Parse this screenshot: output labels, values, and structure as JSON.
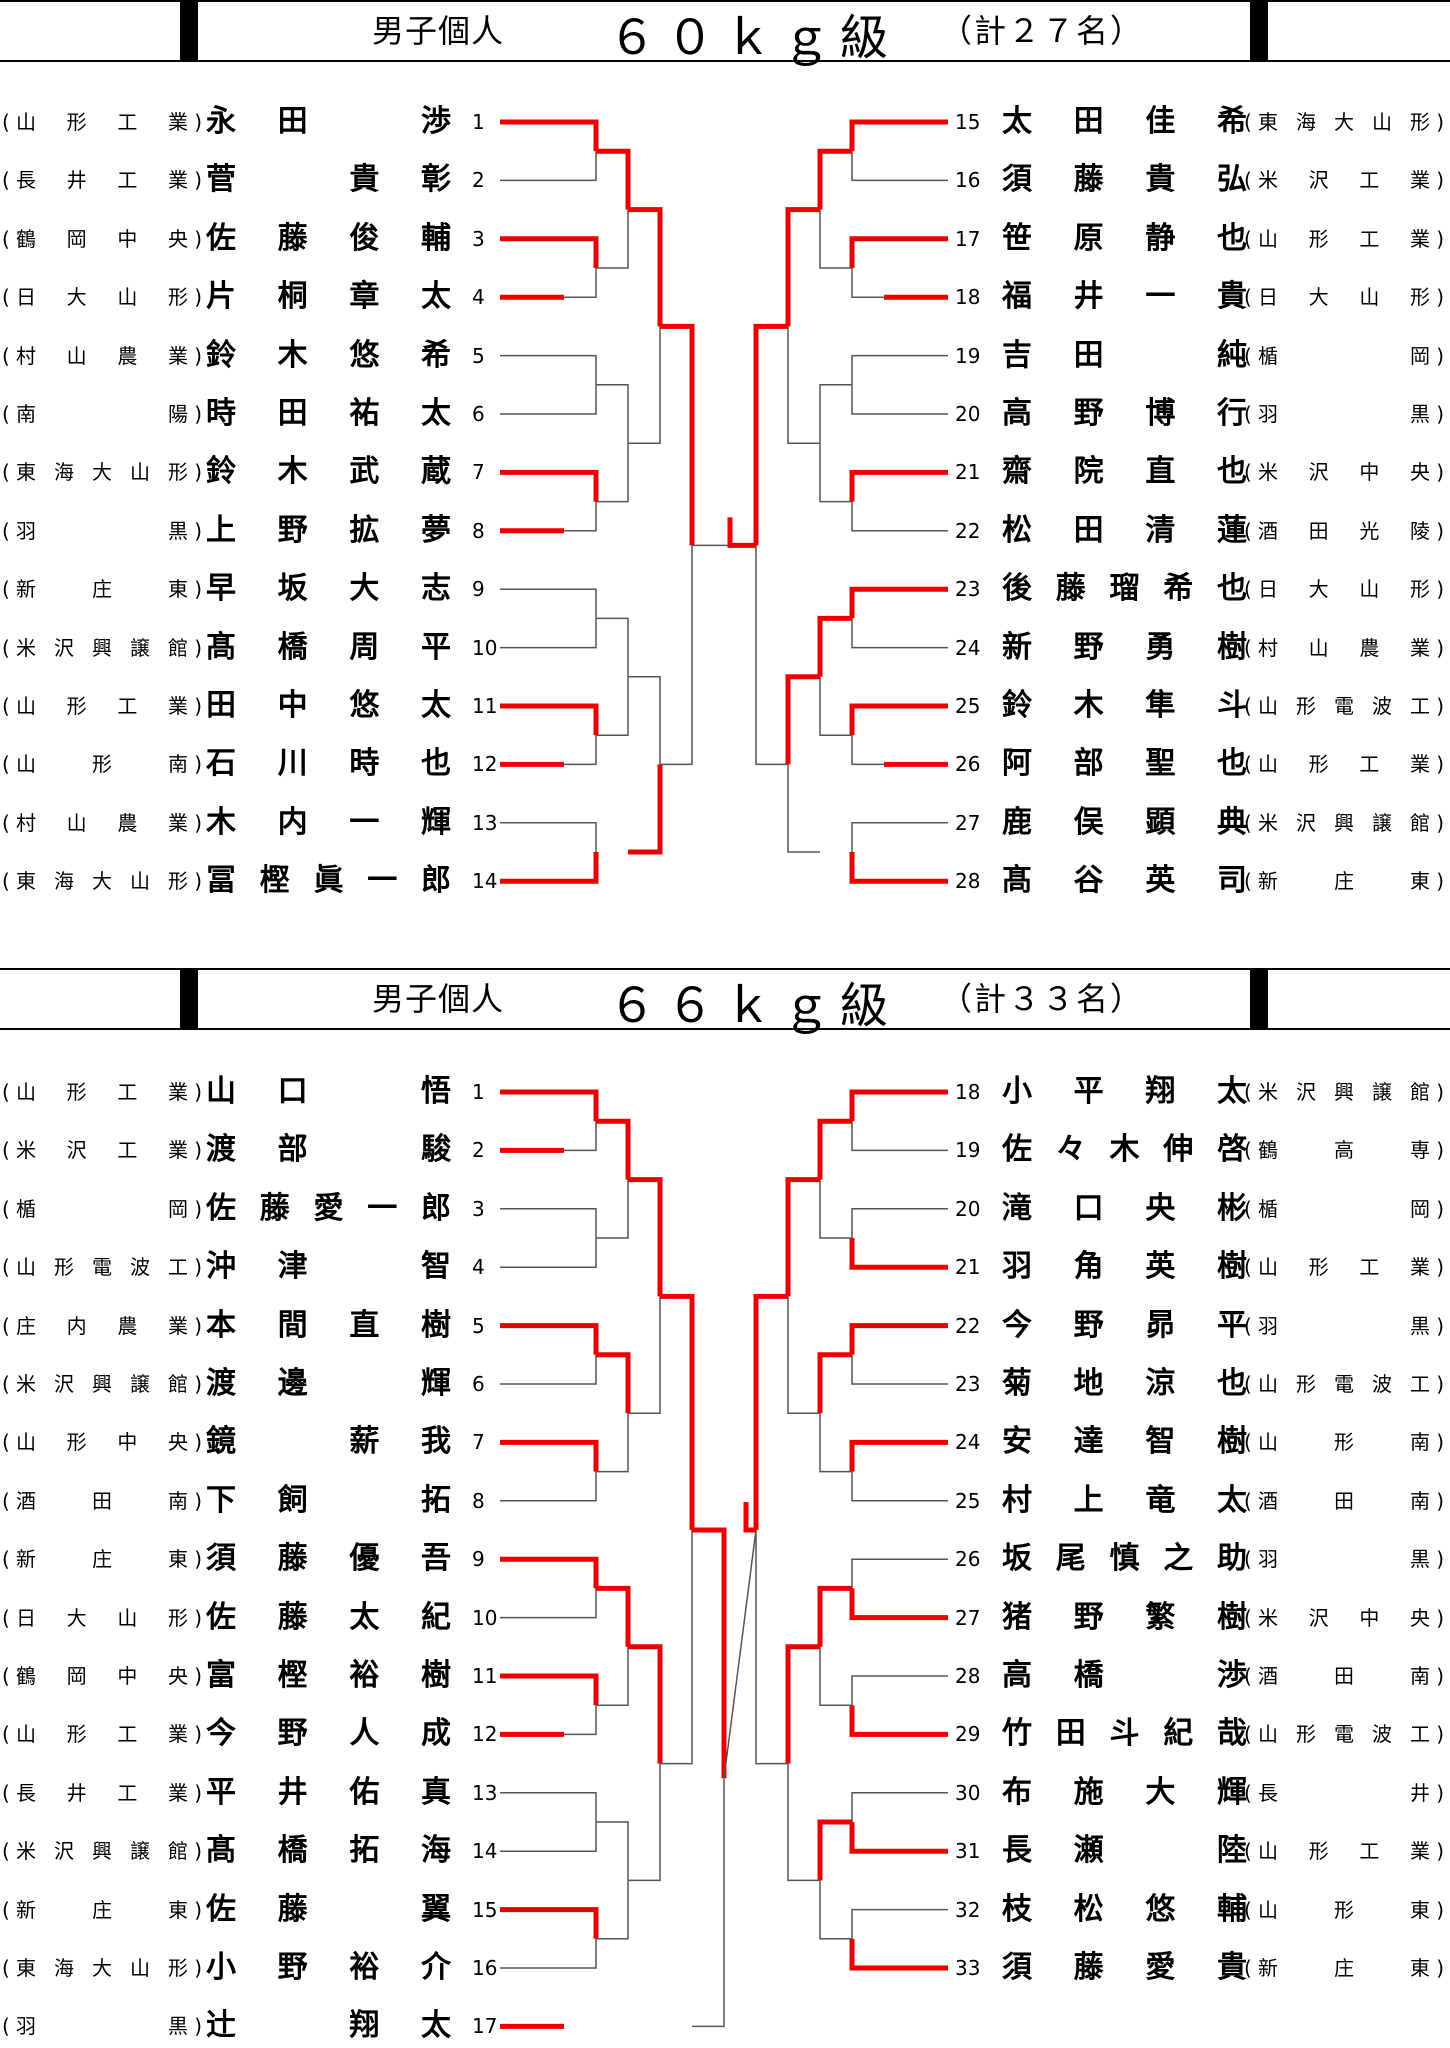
{
  "sections": [
    {
      "id": "60kg",
      "title": "男子個人",
      "weight_class": "６０ｋｇ級",
      "count": "（計２７名）",
      "left": [
        {
          "no": "1",
          "name": "永田　渉",
          "school": "山形工業",
          "adv": true
        },
        {
          "no": "2",
          "name": "菅　貴彰",
          "school": "長井工業",
          "adv": false
        },
        {
          "no": "3",
          "name": "佐藤俊輔",
          "school": "鶴岡中央",
          "adv": true
        },
        {
          "no": "4",
          "name": "片桐章太",
          "school": "日大山形",
          "adv": true
        },
        {
          "no": "5",
          "name": "鈴木悠希",
          "school": "村山農業",
          "adv": false
        },
        {
          "no": "6",
          "name": "時田祐太",
          "school": "南陽",
          "adv": false
        },
        {
          "no": "7",
          "name": "鈴木武蔵",
          "school": "東海大山形",
          "adv": true
        },
        {
          "no": "8",
          "name": "上野拡夢",
          "school": "羽黒",
          "adv": true
        },
        {
          "no": "9",
          "name": "早坂大志",
          "school": "新庄東",
          "adv": false
        },
        {
          "no": "10",
          "name": "髙橋周平",
          "school": "米沢興譲館",
          "adv": false
        },
        {
          "no": "11",
          "name": "田中悠太",
          "school": "山形工業",
          "adv": true
        },
        {
          "no": "12",
          "name": "石川時也",
          "school": "山形南",
          "adv": true
        },
        {
          "no": "13",
          "name": "木内一輝",
          "school": "村山農業",
          "adv": false
        },
        {
          "no": "14",
          "name": "冨樫眞一郎",
          "school": "東海大山形",
          "adv": true
        }
      ],
      "right": [
        {
          "no": "15",
          "name": "太田佳希",
          "school": "東海大山形",
          "adv": true
        },
        {
          "no": "16",
          "name": "須藤貴弘",
          "school": "米沢工業",
          "adv": false
        },
        {
          "no": "17",
          "name": "笹原静也",
          "school": "山形工業",
          "adv": true
        },
        {
          "no": "18",
          "name": "福井一貴",
          "school": "日大山形",
          "adv": true
        },
        {
          "no": "19",
          "name": "吉田　純",
          "school": "楯岡",
          "adv": false
        },
        {
          "no": "20",
          "name": "高野博行",
          "school": "羽黒",
          "adv": false
        },
        {
          "no": "21",
          "name": "齋院直也",
          "school": "米沢中央",
          "adv": true
        },
        {
          "no": "22",
          "name": "松田清蓮",
          "school": "酒田光陵",
          "adv": false
        },
        {
          "no": "23",
          "name": "後藤瑠希也",
          "school": "日大山形",
          "adv": true
        },
        {
          "no": "24",
          "name": "新野勇樹",
          "school": "村山農業",
          "adv": false
        },
        {
          "no": "25",
          "name": "鈴木隼斗",
          "school": "山形電波工",
          "adv": true
        },
        {
          "no": "26",
          "name": "阿部聖也",
          "school": "山形工業",
          "adv": true
        },
        {
          "no": "27",
          "name": "鹿俣顕典",
          "school": "米沢興譲館",
          "adv": false
        },
        {
          "no": "28",
          "name": "髙谷英司",
          "school": "新庄東",
          "adv": true
        }
      ]
    },
    {
      "id": "66kg",
      "title": "男子個人",
      "weight_class": "６６ｋｇ級",
      "count": "（計３３名）",
      "left": [
        {
          "no": "1",
          "name": "山口　悟",
          "school": "山形工業",
          "adv": true
        },
        {
          "no": "2",
          "name": "渡部　駿",
          "school": "米沢工業",
          "adv": true
        },
        {
          "no": "3",
          "name": "佐藤愛一郎",
          "school": "楯岡",
          "adv": false
        },
        {
          "no": "4",
          "name": "沖津　智",
          "school": "山形電波工",
          "adv": false
        },
        {
          "no": "5",
          "name": "本間直樹",
          "school": "庄内農業",
          "adv": true
        },
        {
          "no": "6",
          "name": "渡邊　輝",
          "school": "米沢興譲館",
          "adv": false
        },
        {
          "no": "7",
          "name": "鏡　薪我",
          "school": "山形中央",
          "adv": true
        },
        {
          "no": "8",
          "name": "下飼　拓",
          "school": "酒田南",
          "adv": false
        },
        {
          "no": "9",
          "name": "須藤優吾",
          "school": "新庄東",
          "adv": true
        },
        {
          "no": "10",
          "name": "佐藤太紀",
          "school": "日大山形",
          "adv": false
        },
        {
          "no": "11",
          "name": "富樫裕樹",
          "school": "鶴岡中央",
          "adv": true
        },
        {
          "no": "12",
          "name": "今野人成",
          "school": "山形工業",
          "adv": true
        },
        {
          "no": "13",
          "name": "平井佑真",
          "school": "長井工業",
          "adv": false
        },
        {
          "no": "14",
          "name": "髙橋拓海",
          "school": "米沢興譲館",
          "adv": false
        },
        {
          "no": "15",
          "name": "佐藤　翼",
          "school": "新庄東",
          "adv": true
        },
        {
          "no": "16",
          "name": "小野裕介",
          "school": "東海大山形",
          "adv": false
        },
        {
          "no": "17",
          "name": "辻　翔太",
          "school": "羽黒",
          "adv": true
        }
      ],
      "right": [
        {
          "no": "18",
          "name": "小平翔太",
          "school": "米沢興譲館",
          "adv": true
        },
        {
          "no": "19",
          "name": "佐々木伸啓",
          "school": "鶴高専",
          "adv": false
        },
        {
          "no": "20",
          "name": "滝口央彬",
          "school": "楯岡",
          "adv": false
        },
        {
          "no": "21",
          "name": "羽角英樹",
          "school": "山形工業",
          "adv": true
        },
        {
          "no": "22",
          "name": "今野昴平",
          "school": "羽黒",
          "adv": true
        },
        {
          "no": "23",
          "name": "菊地涼也",
          "school": "山形電波工",
          "adv": false
        },
        {
          "no": "24",
          "name": "安達智樹",
          "school": "山形南",
          "adv": true
        },
        {
          "no": "25",
          "name": "村上竜太",
          "school": "酒田南",
          "adv": false
        },
        {
          "no": "26",
          "name": "坂尾慎之助",
          "school": "羽黒",
          "adv": false
        },
        {
          "no": "27",
          "name": "猪野繁樹",
          "school": "米沢中央",
          "adv": true
        },
        {
          "no": "28",
          "name": "高橋　渉",
          "school": "酒田南",
          "adv": false
        },
        {
          "no": "29",
          "name": "竹田斗紀哉",
          "school": "山形電波工",
          "adv": true
        },
        {
          "no": "30",
          "name": "布施大輝",
          "school": "長井",
          "adv": false
        },
        {
          "no": "31",
          "name": "長瀬　陸",
          "school": "山形工業",
          "adv": true
        },
        {
          "no": "32",
          "name": "枝松悠輔",
          "school": "山形東",
          "adv": false
        },
        {
          "no": "33",
          "name": "須藤愛貴",
          "school": "新庄東",
          "adv": true
        }
      ]
    }
  ],
  "colors": {
    "winner_line": "#ee0000",
    "bracket_line": "#555555",
    "text": "#000000"
  }
}
